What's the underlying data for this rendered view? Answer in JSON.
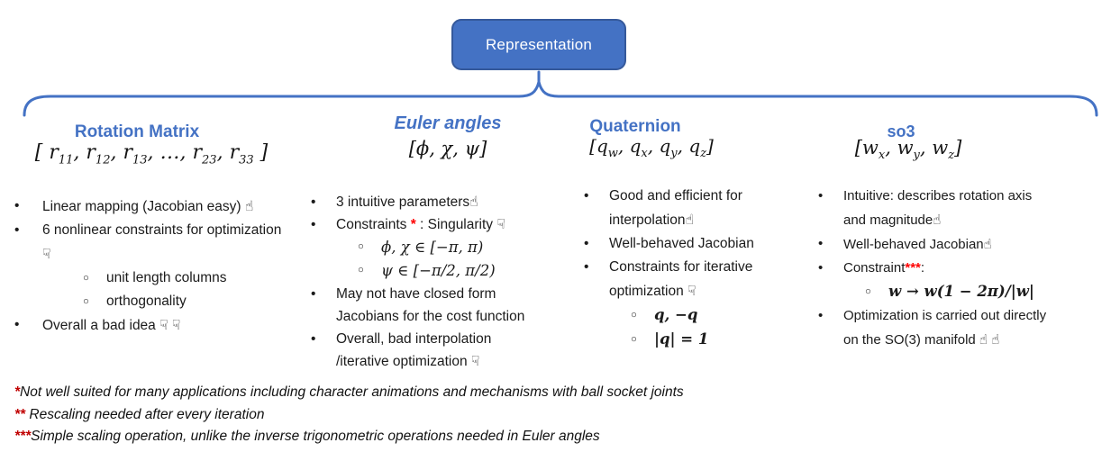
{
  "colors": {
    "accent_blue": "#4472C4",
    "box_border": "#35599B",
    "bullet_red": "#FF0000",
    "footnote_red": "#C00000"
  },
  "root_box": {
    "label": "Representation"
  },
  "columns": [
    {
      "heading": "Rotation Matrix",
      "formula": "[ r_{11}, r_{12}, r_{13}, …, r_{23}, r_{33} ]",
      "bullets": [
        {
          "level": 1,
          "runs": [
            {
              "t": "Linear mapping  (Jacobian easy) "
            },
            {
              "t": "☝",
              "icon": "thumbs-up-icon"
            }
          ]
        },
        {
          "level": 1,
          "runs": [
            {
              "t": "6 nonlinear constraints for optimization"
            },
            {
              "t": "☟",
              "icon": "thumbs-down-icon"
            }
          ]
        },
        {
          "level": 2,
          "runs": [
            {
              "t": "unit length columns"
            }
          ]
        },
        {
          "level": 2,
          "runs": [
            {
              "t": "orthogonality"
            }
          ]
        },
        {
          "level": 1,
          "runs": [
            {
              "t": "Overall a bad idea "
            },
            {
              "t": "☟",
              "icon": "thumbs-down-icon"
            },
            {
              "t": " "
            },
            {
              "t": "☟",
              "icon": "thumbs-down-icon"
            }
          ]
        }
      ]
    },
    {
      "heading": "Euler angles",
      "formula": "[ϕ, χ, ψ]",
      "bullets": [
        {
          "level": 1,
          "runs": [
            {
              "t": "3 intuitive parameters"
            },
            {
              "t": "☝",
              "icon": "thumbs-up-icon"
            }
          ]
        },
        {
          "level": 1,
          "runs": [
            {
              "t": "Constraints "
            },
            {
              "t": "*",
              "red": true
            },
            {
              "t": " : Singularity  "
            },
            {
              "t": "☟",
              "icon": "thumbs-down-icon"
            }
          ]
        },
        {
          "level": 2,
          "runs": [
            {
              "t": "ϕ, χ ∈ [−π, π)",
              "math": true
            }
          ]
        },
        {
          "level": 2,
          "runs": [
            {
              "t": "ψ ∈ [−π/2, π/2)",
              "math": true
            }
          ]
        },
        {
          "level": 1,
          "runs": [
            {
              "t": "May not have closed form Jacobians for the cost function"
            }
          ]
        },
        {
          "level": 1,
          "runs": [
            {
              "t": "Overall, bad interpolation /iterative optimization "
            },
            {
              "t": "☟",
              "icon": "thumbs-down-icon"
            }
          ]
        }
      ]
    },
    {
      "heading": "Quaternion",
      "formula": "[q_{w}, q_{x}, q_{y}, q_{z}]",
      "bullets": [
        {
          "level": 1,
          "runs": [
            {
              "t": "Good and efficient for interpolation"
            },
            {
              "t": "☝",
              "icon": "thumbs-up-icon"
            }
          ]
        },
        {
          "level": 1,
          "runs": [
            {
              "t": "Well-behaved Jacobian"
            }
          ]
        },
        {
          "level": 1,
          "runs": [
            {
              "t": "Constraints for iterative optimization "
            },
            {
              "t": "☟",
              "icon": "thumbs-down-icon"
            }
          ]
        },
        {
          "level": 2,
          "runs": [
            {
              "t": "q, −q",
              "math": true,
              "bold": true
            }
          ]
        },
        {
          "level": 2,
          "runs": [
            {
              "t": "|q| = 1",
              "math": true,
              "bold": true
            }
          ]
        }
      ]
    },
    {
      "heading": "so3",
      "formula": "[w_{x}, w_{y}, w_{z}]",
      "bullets": [
        {
          "level": 1,
          "runs": [
            {
              "t": "Intuitive: describes rotation axis and magnitude"
            },
            {
              "t": "☝",
              "icon": "thumbs-up-icon"
            }
          ]
        },
        {
          "level": 1,
          "runs": [
            {
              "t": "Well-behaved Jacobian"
            },
            {
              "t": "☝",
              "icon": "thumbs-up-icon"
            }
          ]
        },
        {
          "level": 1,
          "runs": [
            {
              "t": "Constraint"
            },
            {
              "t": "***",
              "red": true
            },
            {
              "t": ":"
            }
          ]
        },
        {
          "level": 2,
          "runs": [
            {
              "t": "w → w(1 − 2π)/|w|",
              "math": true,
              "bold": true
            }
          ]
        },
        {
          "level": 1,
          "runs": [
            {
              "t": "Optimization is carried out directly on the SO(3) manifold "
            },
            {
              "t": "☝",
              "icon": "thumbs-up-icon"
            },
            {
              "t": " "
            },
            {
              "t": "☝",
              "icon": "thumbs-up-icon"
            }
          ]
        }
      ]
    }
  ],
  "footnotes": [
    {
      "runs": [
        {
          "t": "*",
          "red": true
        },
        {
          "t": "Not well suited for many applications including character animations and mechanisms with ball socket joints"
        }
      ]
    },
    {
      "runs": [
        {
          "t": "**",
          "red": true
        },
        {
          "t": " Rescaling needed after every iteration"
        }
      ]
    },
    {
      "runs": [
        {
          "t": "***",
          "red": true
        },
        {
          "t": "Simple scaling operation, unlike the inverse trigonometric operations needed in Euler angles"
        }
      ]
    }
  ]
}
